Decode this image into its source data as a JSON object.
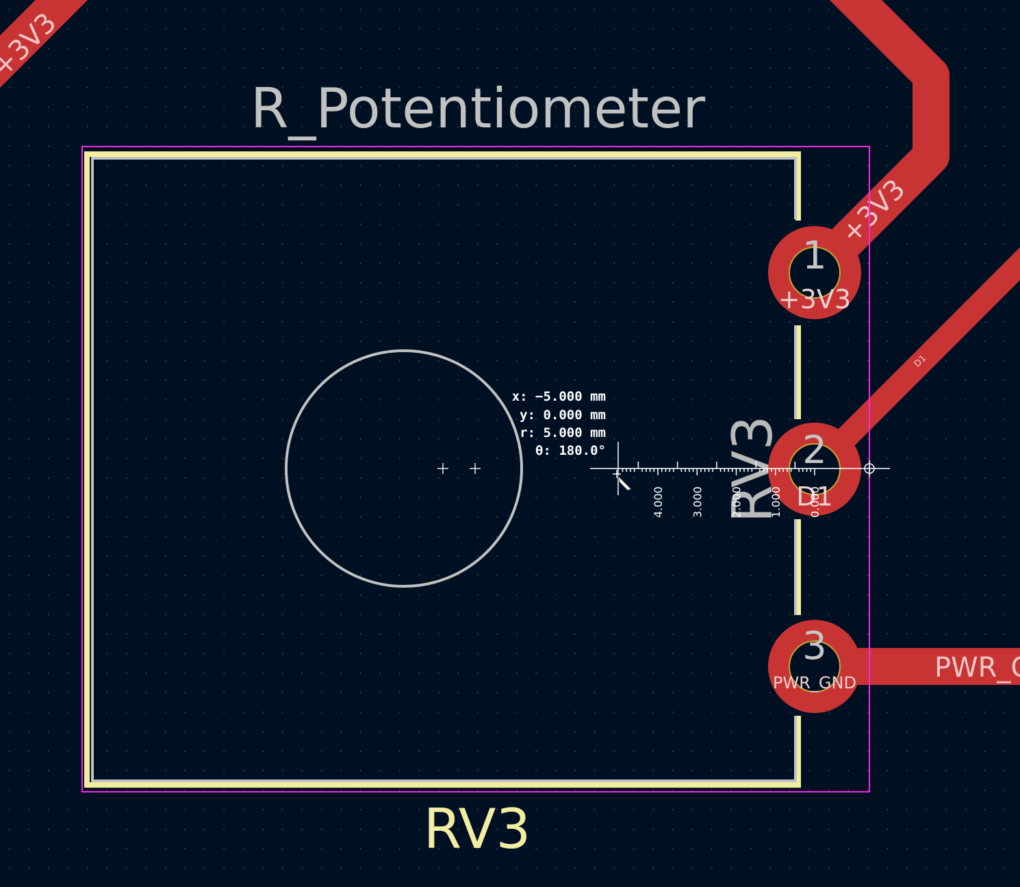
{
  "board": {
    "footprint_value": "R_Potentiometer",
    "reference_silk": "RV3",
    "reference_fab": "RV3"
  },
  "pads": [
    {
      "number": "1",
      "net": "+3V3"
    },
    {
      "number": "2",
      "net": "D1"
    },
    {
      "number": "3",
      "net": "PWR_GND"
    }
  ],
  "tracks": [
    {
      "net": "+3V3",
      "label_top_left": "+3V3",
      "label_right": "+3V3"
    },
    {
      "net": "D1",
      "label": "D1"
    },
    {
      "net": "PWR_GND",
      "label": "PWR_G"
    }
  ],
  "measure_readout": {
    "x": "x: −5.000 mm",
    "y": "y: 0.000 mm",
    "r": "r: 5.000 mm",
    "theta": "θ: 180.0°"
  },
  "ruler_ticks": [
    "4.000",
    "3.000",
    "2.000",
    "1.000",
    "0.000"
  ],
  "colors": {
    "background": "#001023",
    "copper": "#c83434",
    "silkscreen": "#f2eda1",
    "fab": "#c2c2c2",
    "courtyard": "#ff26e2",
    "pad_hole": "#c8a832",
    "ruler": "#ffffff"
  },
  "icons": [
    "cursor-crosshair-icon",
    "pointer-arrow-icon"
  ]
}
